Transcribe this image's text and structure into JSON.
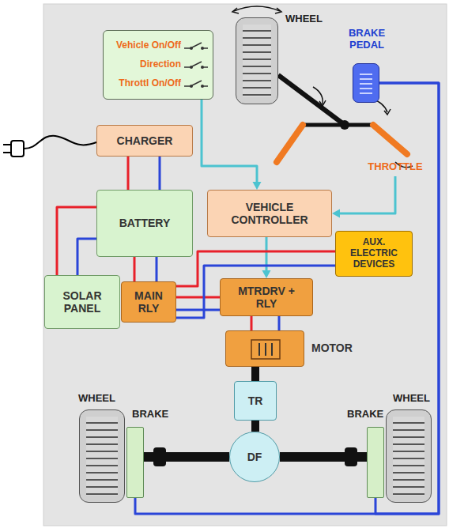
{
  "diagram": {
    "nodes": [
      {
        "text": [
          "Vehicle On/Off",
          "Direction",
          "Throttl On/Off"
        ]
      },
      {
        "text": [
          "WHEEL"
        ]
      },
      {
        "text": [
          "BRAKE PEDAL"
        ]
      },
      {
        "text": [
          "THROTTLE"
        ]
      },
      {
        "text": [
          "CHARGER"
        ]
      },
      {
        "text": [
          "BATTERY"
        ]
      },
      {
        "text": [
          "VEHICLE CONTROLLER"
        ]
      },
      {
        "text": [
          "AUX. ELECTRIC DEVICES"
        ]
      },
      {
        "text": [
          "SOLAR PANEL"
        ]
      },
      {
        "text": [
          "MAIN RLY"
        ]
      },
      {
        "text": [
          "MTRDRV + RLY"
        ]
      },
      {
        "text": [
          "MOTOR"
        ]
      },
      {
        "text": [
          "TR"
        ]
      },
      {
        "text": [
          "DF"
        ]
      },
      {
        "text": [
          "WHEEL"
        ]
      },
      {
        "text": [
          "BRAKE"
        ]
      },
      {
        "text": [
          "BRAKE"
        ]
      },
      {
        "text": [
          "WHEEL"
        ]
      }
    ],
    "edges": [
      {
        "from": 0,
        "to": 6,
        "arrow": "to"
      },
      {
        "from": 3,
        "to": 6,
        "arrow": "to"
      },
      {
        "from": 6,
        "to": 10,
        "arrow": "to"
      },
      {
        "from": 4,
        "to": 5,
        "arrow": "none"
      },
      {
        "from": 5,
        "to": 8,
        "arrow": "none"
      },
      {
        "from": 5,
        "to": 9,
        "arrow": "none"
      },
      {
        "from": 9,
        "to": 10,
        "arrow": "none"
      },
      {
        "from": 9,
        "to": 7,
        "arrow": "none"
      },
      {
        "from": 10,
        "to": 11,
        "arrow": "none"
      },
      {
        "from": 11,
        "to": 12,
        "arrow": "none"
      },
      {
        "from": 12,
        "to": 13,
        "arrow": "none"
      },
      {
        "from": 13,
        "to": 15,
        "arrow": "none"
      },
      {
        "from": 13,
        "to": 16,
        "arrow": "none"
      },
      {
        "from": 2,
        "to": 15,
        "arrow": "none"
      },
      {
        "from": 2,
        "to": 16,
        "arrow": "none"
      }
    ]
  }
}
